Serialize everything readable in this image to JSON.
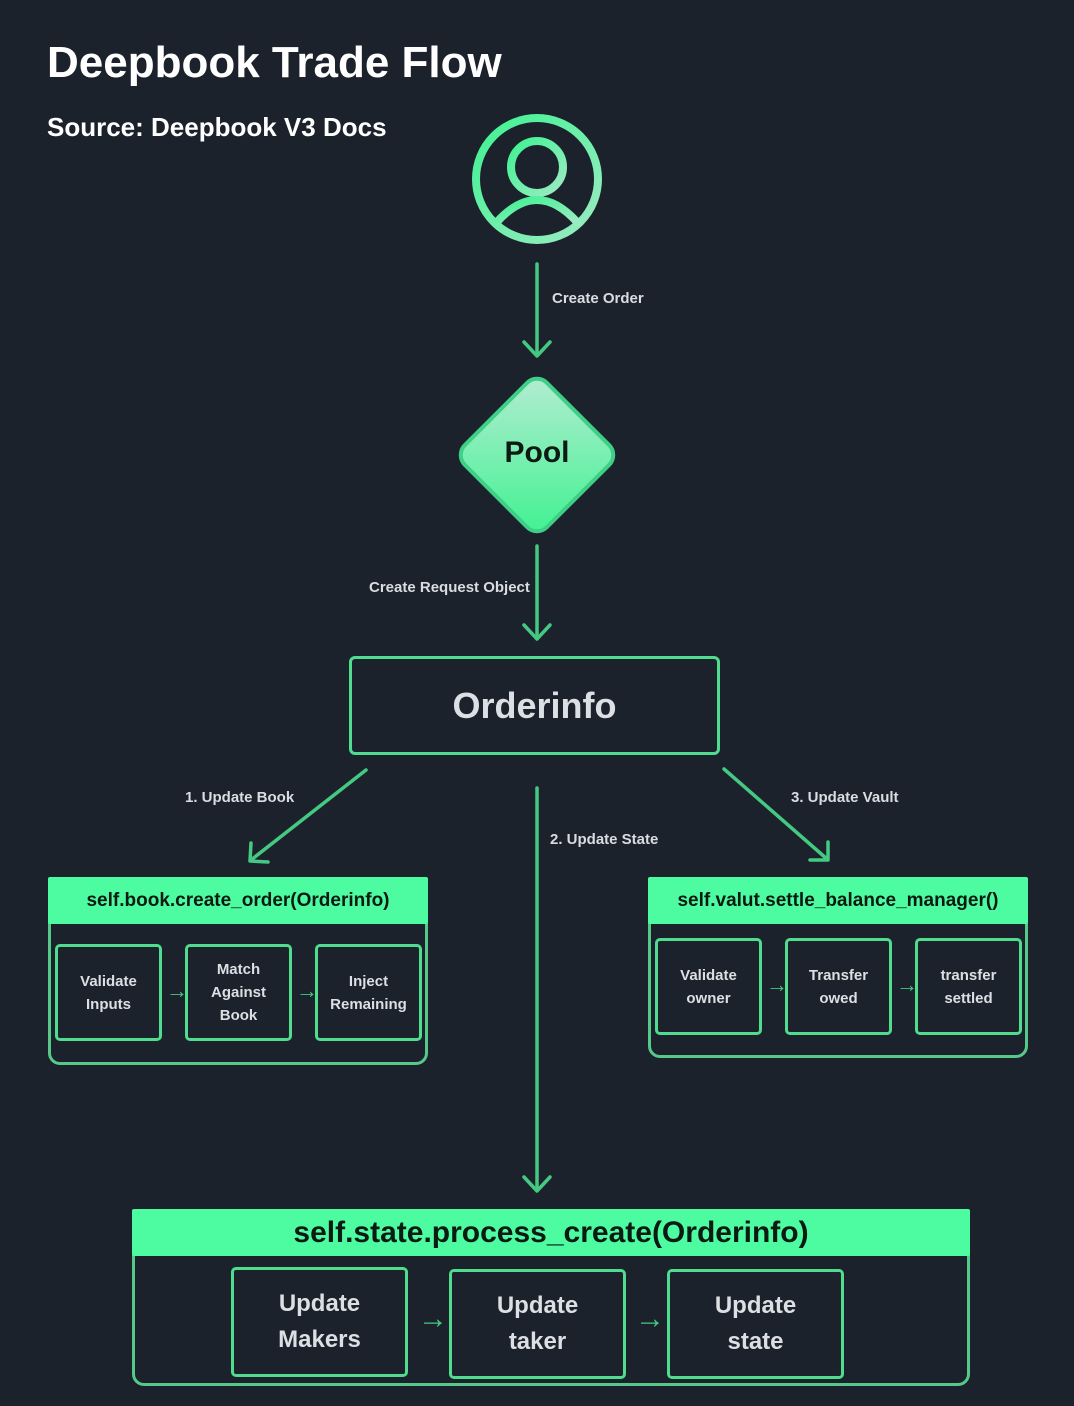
{
  "title": "Deepbook Trade Flow",
  "subtitle": "Source: Deepbook V3 Docs",
  "colors": {
    "accent": "#4dfca0",
    "arrow": "#44c983",
    "background": "#1c222b"
  },
  "user_icon": "user-avatar-icon",
  "edges": {
    "create_order": "Create Order",
    "create_request": "Create Request Object",
    "update_book": "1. Update Book",
    "update_state": "2. Update State",
    "update_vault": "3. Update Vault"
  },
  "pool": {
    "label": "Pool"
  },
  "orderinfo": {
    "label": "Orderinfo"
  },
  "book_group": {
    "header": "self.book.create_order(Orderinfo)",
    "steps": [
      {
        "label": "Validate\nInputs"
      },
      {
        "label": "Match\nAgainst\nBook"
      },
      {
        "label": "Inject\nRemaining"
      }
    ]
  },
  "vault_group": {
    "header": "self.valut.settle_balance_manager()",
    "steps": [
      {
        "label": "Validate\nowner"
      },
      {
        "label": "Transfer\nowed"
      },
      {
        "label": "transfer\nsettled"
      }
    ]
  },
  "state_group": {
    "header": "self.state.process_create(Orderinfo)",
    "steps": [
      {
        "label": "Update\nMakers"
      },
      {
        "label": "Update\ntaker"
      },
      {
        "label": "Update\nstate"
      }
    ]
  }
}
